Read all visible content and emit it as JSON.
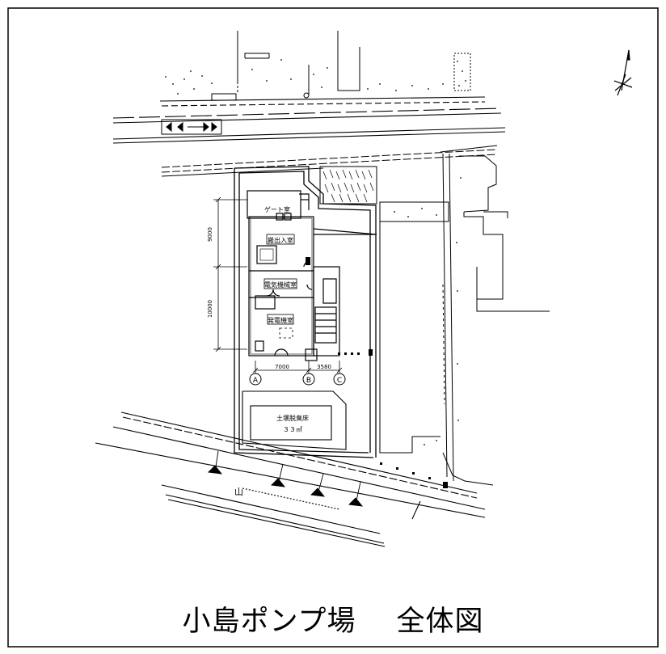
{
  "drawing": {
    "title": "小島ポンプ場",
    "subtitle": "全体図"
  },
  "rooms": {
    "gate": "ゲート室",
    "inout": "搬出入室",
    "electric": "電気機械室",
    "generator": "発電機室",
    "soil_bed": "土壌脱臭床",
    "soil_bed_area": "３３㎡"
  },
  "dimensions": {
    "d9000": "9000",
    "d10000": "10000",
    "d7000": "7000",
    "d3580": "3580"
  },
  "gridlines": [
    "A",
    "B",
    "C"
  ],
  "road_marking": "山"
}
